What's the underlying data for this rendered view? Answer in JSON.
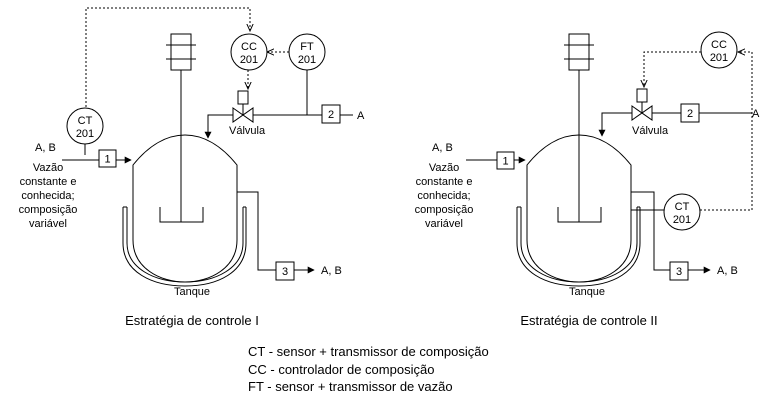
{
  "legend": [
    "CT - sensor + transmissor de composição",
    "CC - controlador de composição",
    "FT - sensor + transmissor de vazão"
  ],
  "strategy1": {
    "title": "Estratégia de controle I",
    "inlet_components": "A, B",
    "inlet_note": [
      "Vazão",
      "constante e",
      "conhecida;",
      "composição",
      "variável"
    ],
    "stream1": "1",
    "stream2": "2",
    "stream3": "3",
    "stream2_component": "A",
    "outlet_components": "A, B",
    "valve_label": "Válvula",
    "tank_label": "Tanque",
    "ct": {
      "tag": "CT",
      "num": "201"
    },
    "cc": {
      "tag": "CC",
      "num": "201"
    },
    "ft": {
      "tag": "FT",
      "num": "201"
    }
  },
  "strategy2": {
    "title": "Estratégia de controle II",
    "inlet_components": "A, B",
    "inlet_note": [
      "Vazão",
      "constante e",
      "conhecida;",
      "composição",
      "variável"
    ],
    "stream1": "1",
    "stream2": "2",
    "stream3": "3",
    "stream2_component": "A",
    "outlet_components": "A, B",
    "valve_label": "Válvula",
    "tank_label": "Tanque",
    "ct": {
      "tag": "CT",
      "num": "201"
    },
    "cc": {
      "tag": "CC",
      "num": "201"
    }
  }
}
